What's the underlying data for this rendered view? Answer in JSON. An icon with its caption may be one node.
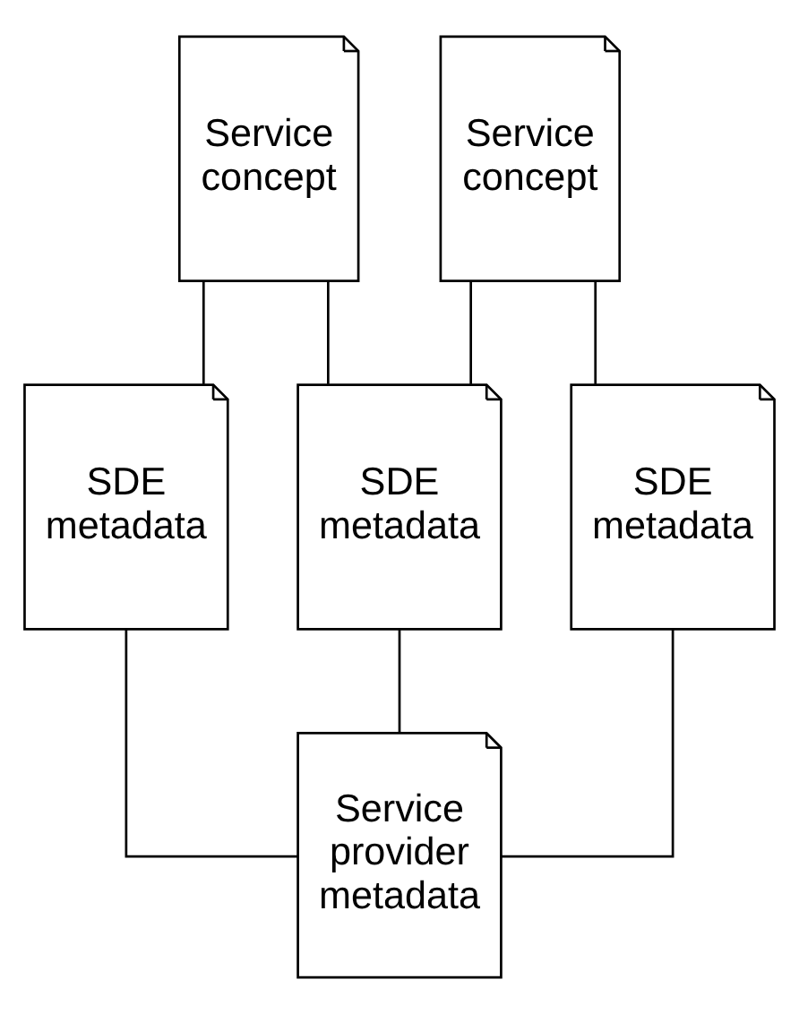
{
  "diagram": {
    "nodes": [
      {
        "text": [
          "Service concept"
        ]
      },
      {
        "text": [
          "Service concept"
        ]
      },
      {
        "text": [
          "SDE metadata"
        ]
      },
      {
        "text": [
          "SDE metadata"
        ]
      },
      {
        "text": [
          "SDE metadata"
        ]
      },
      {
        "text": [
          "Service provider metadata"
        ]
      }
    ],
    "edges": [
      {
        "from": 0,
        "to": 2,
        "arrow": "none"
      },
      {
        "from": 0,
        "to": 3,
        "arrow": "none"
      },
      {
        "from": 1,
        "to": 3,
        "arrow": "none"
      },
      {
        "from": 1,
        "to": 4,
        "arrow": "none"
      },
      {
        "from": 2,
        "to": 5,
        "arrow": "none"
      },
      {
        "from": 3,
        "to": 5,
        "arrow": "none"
      },
      {
        "from": 4,
        "to": 5,
        "arrow": "none"
      }
    ]
  }
}
